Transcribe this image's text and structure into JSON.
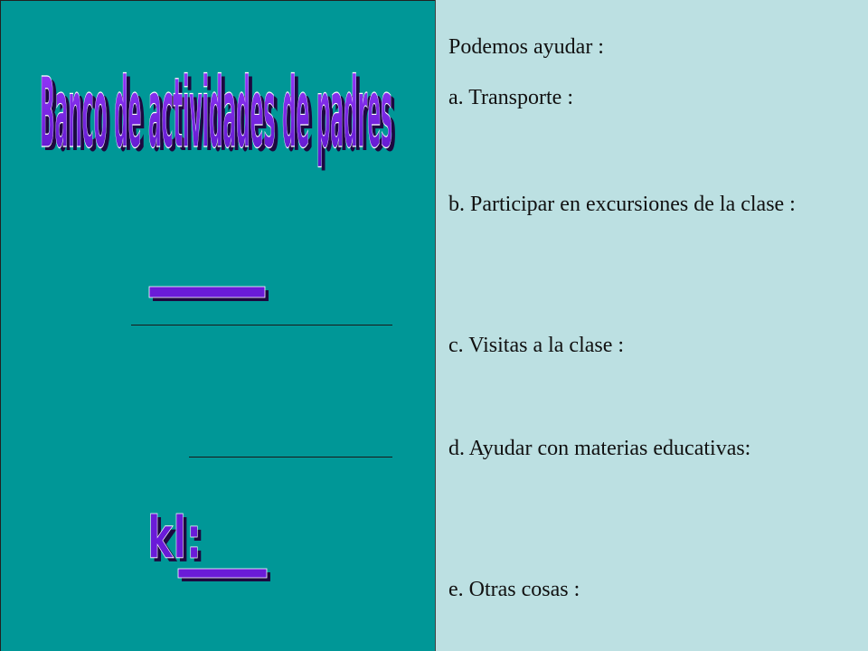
{
  "slide": {
    "title_wordart": "Banco de actividades de padres",
    "dash_wordart": "___",
    "kl_wordart": "kl:___"
  },
  "content": {
    "heading": "Podemos ayudar :",
    "items": [
      "a. Transporte :",
      "b. Participar en excursiones de la clase :",
      "c. Visitas a la clase :",
      "d. Ayudar con materias educativas:",
      "e. Otras cosas :"
    ]
  },
  "colors": {
    "left_panel": "#009797",
    "right_panel": "#bce0e2",
    "wordart_fill": "#6a1bd8",
    "wordart_stroke": "#1a0a3a"
  }
}
